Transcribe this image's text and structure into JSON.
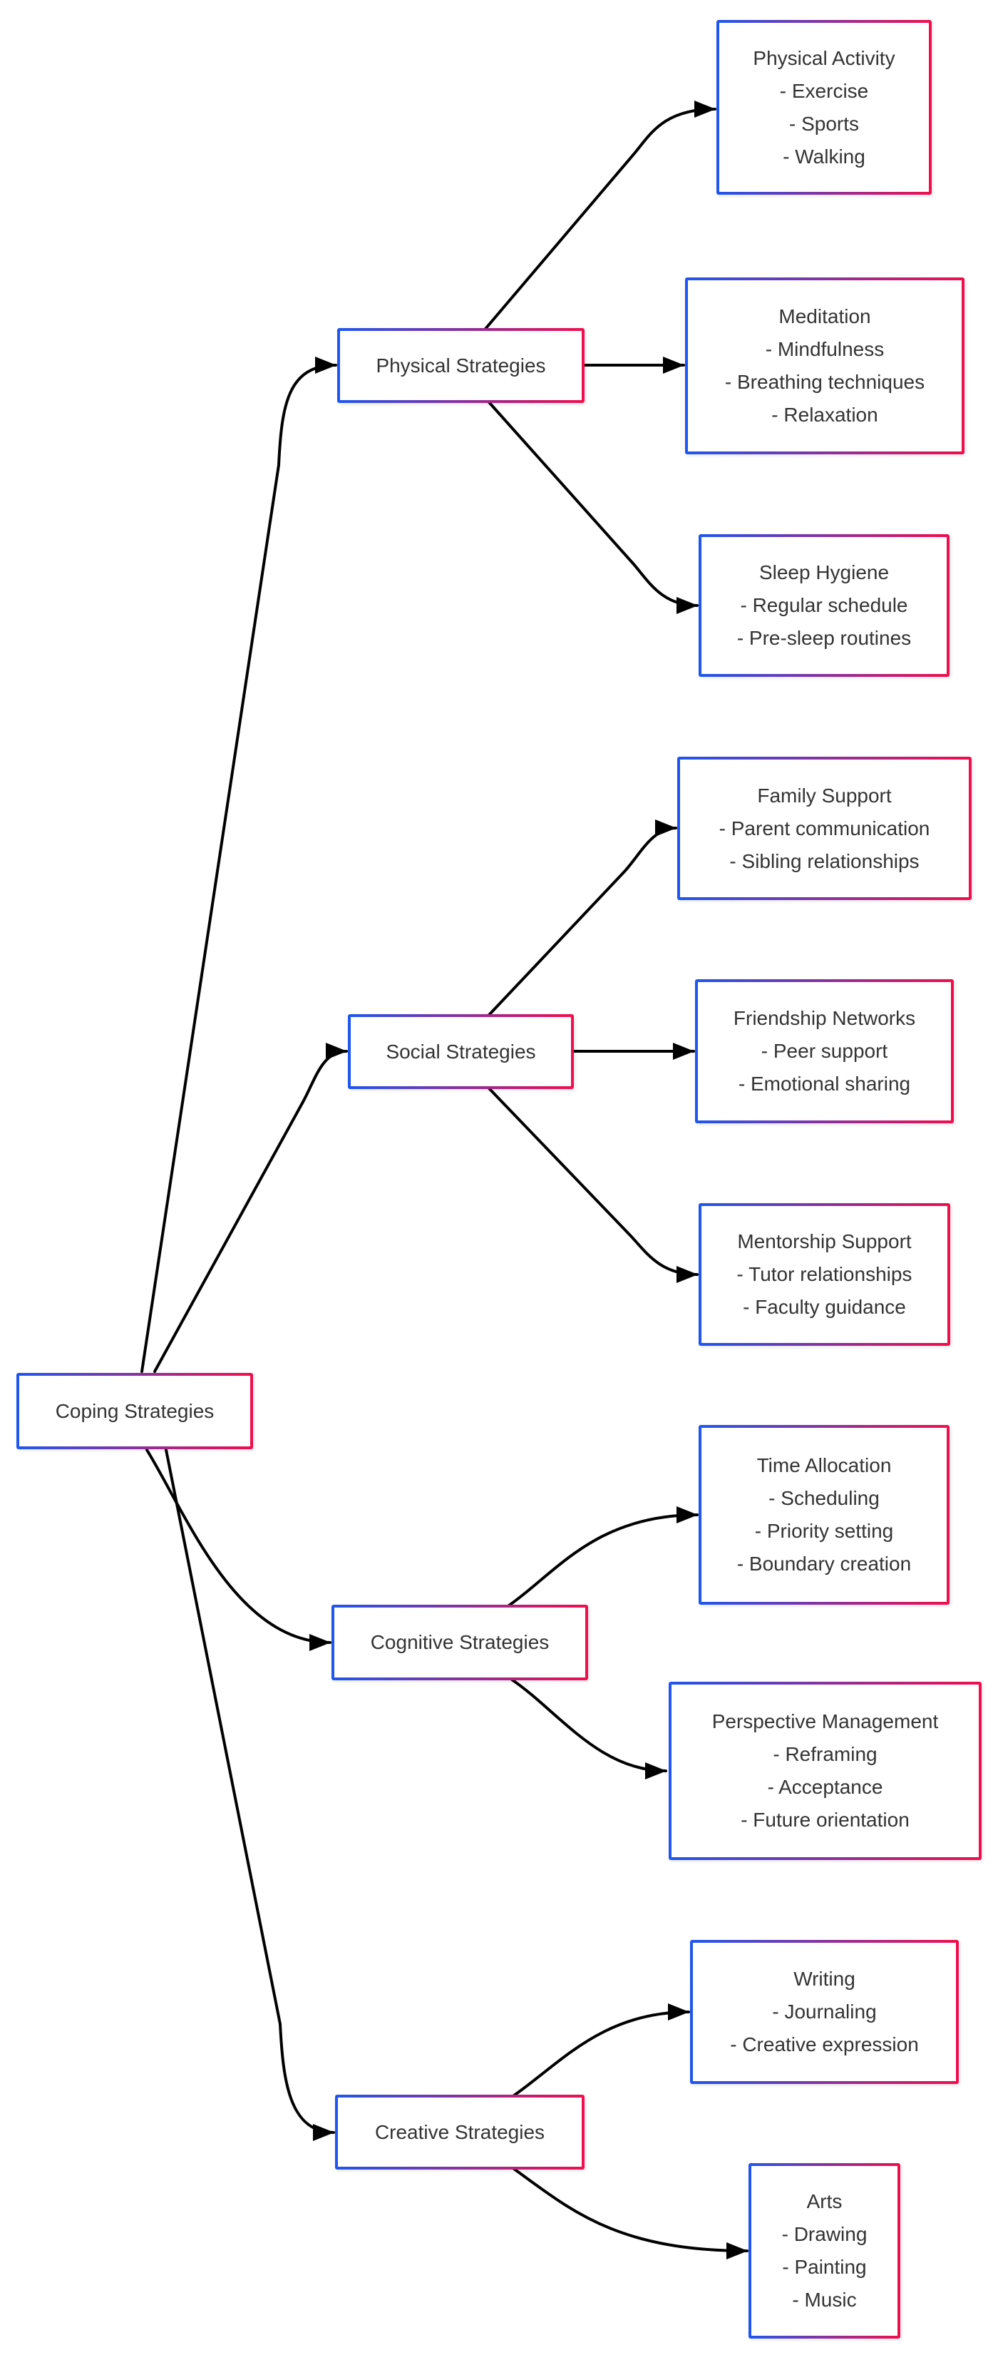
{
  "nodes": {
    "root": {
      "label": "Coping Strategies"
    },
    "physical": {
      "label": "Physical Strategies"
    },
    "social": {
      "label": "Social Strategies"
    },
    "cognitive": {
      "label": "Cognitive Strategies"
    },
    "creative": {
      "label": "Creative Strategies"
    },
    "physical_activity": {
      "title": "Physical Activity",
      "items": [
        "- Exercise",
        "- Sports",
        "- Walking"
      ]
    },
    "meditation": {
      "title": "Meditation",
      "items": [
        "- Mindfulness",
        "- Breathing techniques",
        "- Relaxation"
      ]
    },
    "sleep_hygiene": {
      "title": "Sleep Hygiene",
      "items": [
        "- Regular schedule",
        "- Pre-sleep routines"
      ]
    },
    "family_support": {
      "title": "Family Support",
      "items": [
        "- Parent communication",
        "- Sibling relationships"
      ]
    },
    "friendship_networks": {
      "title": "Friendship Networks",
      "items": [
        "- Peer support",
        "- Emotional sharing"
      ]
    },
    "mentorship_support": {
      "title": "Mentorship Support",
      "items": [
        "- Tutor relationships",
        "- Faculty guidance"
      ]
    },
    "time_allocation": {
      "title": "Time Allocation",
      "items": [
        "- Scheduling",
        "- Priority setting",
        "- Boundary creation"
      ]
    },
    "perspective_management": {
      "title": "Perspective Management",
      "items": [
        "- Reframing",
        "- Acceptance",
        "- Future orientation"
      ]
    },
    "writing": {
      "title": "Writing",
      "items": [
        "- Journaling",
        "- Creative expression"
      ]
    },
    "arts": {
      "title": "Arts",
      "items": [
        "- Drawing",
        "- Painting",
        "- Music"
      ]
    }
  },
  "edges": [
    {
      "from": "root",
      "to": "physical"
    },
    {
      "from": "root",
      "to": "social"
    },
    {
      "from": "root",
      "to": "cognitive"
    },
    {
      "from": "root",
      "to": "creative"
    },
    {
      "from": "physical",
      "to": "physical_activity"
    },
    {
      "from": "physical",
      "to": "meditation"
    },
    {
      "from": "physical",
      "to": "sleep_hygiene"
    },
    {
      "from": "social",
      "to": "family_support"
    },
    {
      "from": "social",
      "to": "friendship_networks"
    },
    {
      "from": "social",
      "to": "mentorship_support"
    },
    {
      "from": "cognitive",
      "to": "time_allocation"
    },
    {
      "from": "cognitive",
      "to": "perspective_management"
    },
    {
      "from": "creative",
      "to": "writing"
    },
    {
      "from": "creative",
      "to": "arts"
    }
  ],
  "colors": {
    "border_start": "#1e56f0",
    "border_end": "#f20d4d",
    "edge": "#000000",
    "text": "#333333",
    "node_bg": "#ffffff",
    "canvas_bg": "#ffffff"
  }
}
